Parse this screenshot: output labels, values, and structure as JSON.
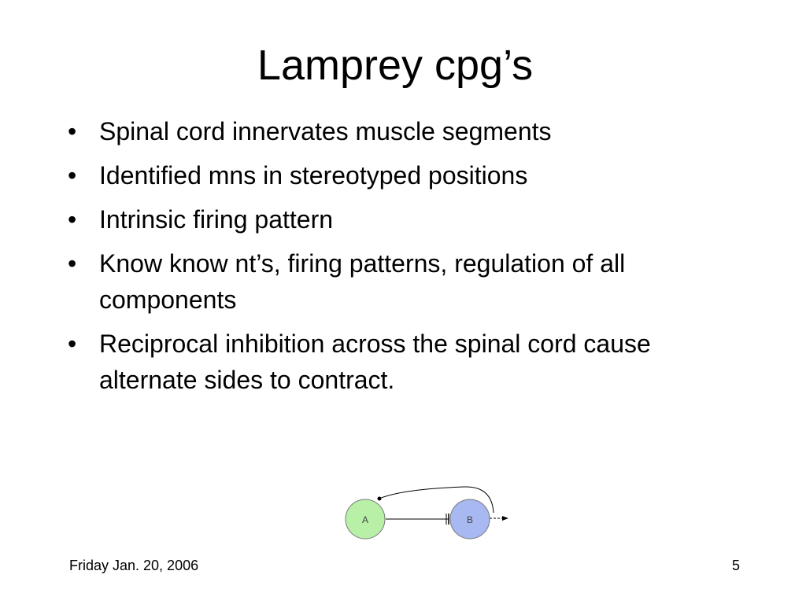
{
  "slide": {
    "title": "Lamprey cpg’s",
    "bullets": [
      "Spinal cord innervates muscle segments",
      "Identified mns in stereotyped positions",
      "Intrinsic firing pattern",
      "Know know nt’s, firing patterns, regulation of all components",
      "Reciprocal inhibition across the spinal cord cause alternate sides to contract."
    ],
    "bullet_glyph": "•"
  },
  "diagram": {
    "nodes": [
      {
        "label": "A",
        "color": "#b8f0a8"
      },
      {
        "label": "B",
        "color": "#a8b8f0"
      }
    ]
  },
  "footer": {
    "date": "Friday Jan. 20, 2006",
    "page": "5"
  }
}
